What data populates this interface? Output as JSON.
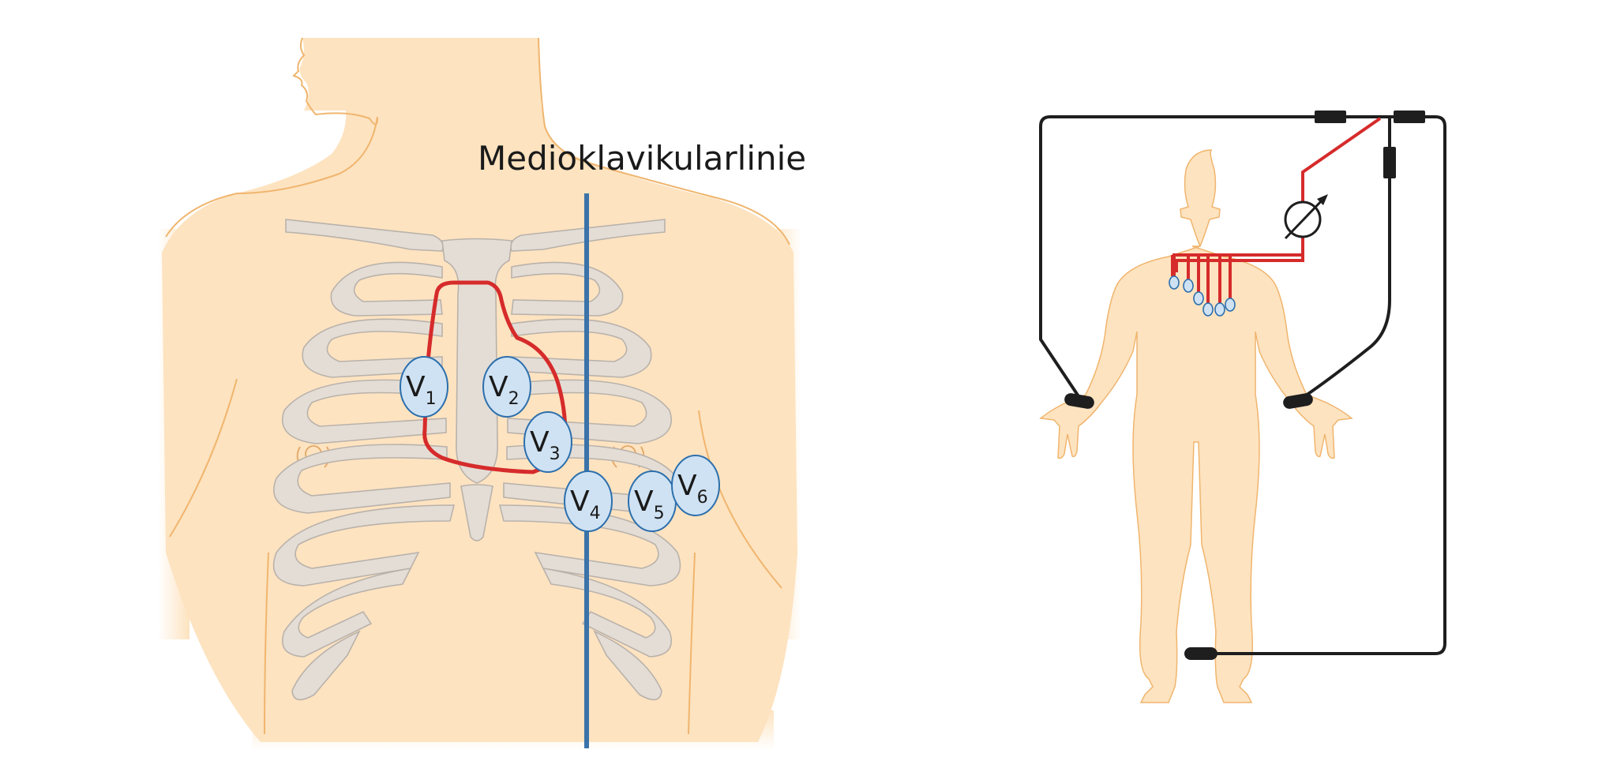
{
  "figure": {
    "line_label": "Medioklavikularlinie"
  },
  "electrodes": [
    {
      "name": "V",
      "sub": "1"
    },
    {
      "name": "V",
      "sub": "2"
    },
    {
      "name": "V",
      "sub": "3"
    },
    {
      "name": "V",
      "sub": "4"
    },
    {
      "name": "V",
      "sub": "5"
    },
    {
      "name": "V",
      "sub": "6"
    }
  ],
  "colors": {
    "skin": "#fde3c0",
    "skin_outline": "#f0b56e",
    "bone": "#e4ddd6",
    "bone_outline": "#b9b2ab",
    "heart_outline": "#d62b2b",
    "midclavicular_line": "#3b73a9",
    "electrode_fill": "#cfe2f3",
    "electrode_outline": "#2c6fad",
    "cable": "#1e1e1e",
    "lead_wire": "#d62b2b"
  },
  "icons": {
    "meter": "galvanometer-icon"
  }
}
